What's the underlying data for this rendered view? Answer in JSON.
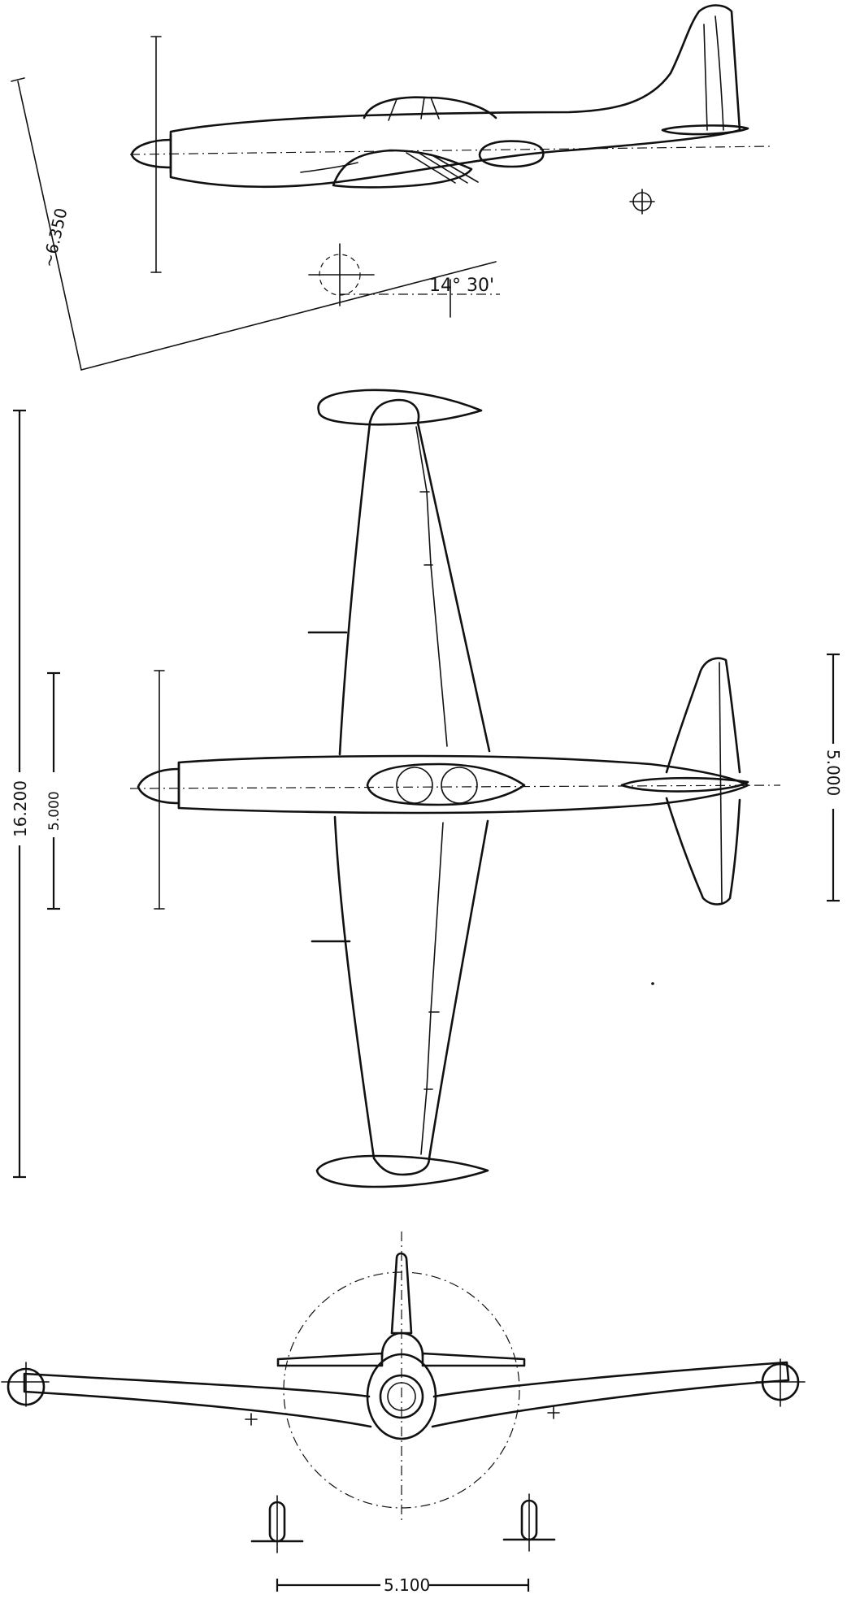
{
  "dimensions": {
    "slant_height": "~6.350",
    "tailplane_angle": "14° 30'",
    "wingspan": "16.200",
    "fuselage_dim": "5.000",
    "tail_span": "5.000",
    "track": "5.100"
  }
}
